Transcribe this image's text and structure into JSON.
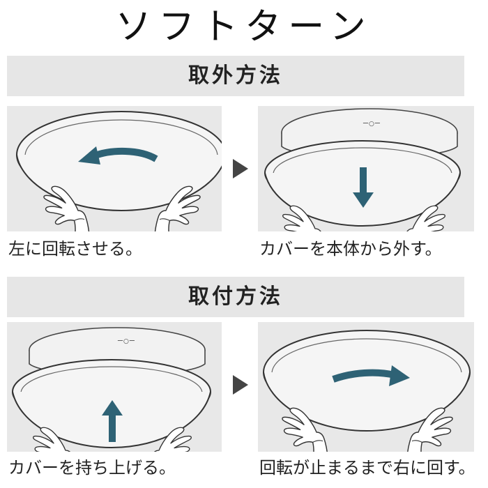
{
  "title": "ソフトターン",
  "sections": [
    {
      "heading": "取外方法",
      "steps": [
        {
          "caption": "左に回転させる。"
        },
        {
          "caption": "カバーを本体から外す。"
        }
      ]
    },
    {
      "heading": "取付方法",
      "steps": [
        {
          "caption": "カバーを持ち上げる。"
        },
        {
          "caption": "回転が止まるまで右に回す。"
        }
      ]
    }
  ],
  "colors": {
    "arrow": "#2e6275",
    "panel_bg": "#e8e8e8",
    "banner_bg": "#e6e6e6",
    "step_arrow": "#444444"
  },
  "icons": {
    "rotate_left": "curved-arrow-left-icon",
    "down": "arrow-down-icon",
    "up": "arrow-up-icon",
    "rotate_right": "curved-arrow-right-icon",
    "next": "triangle-right-icon"
  }
}
